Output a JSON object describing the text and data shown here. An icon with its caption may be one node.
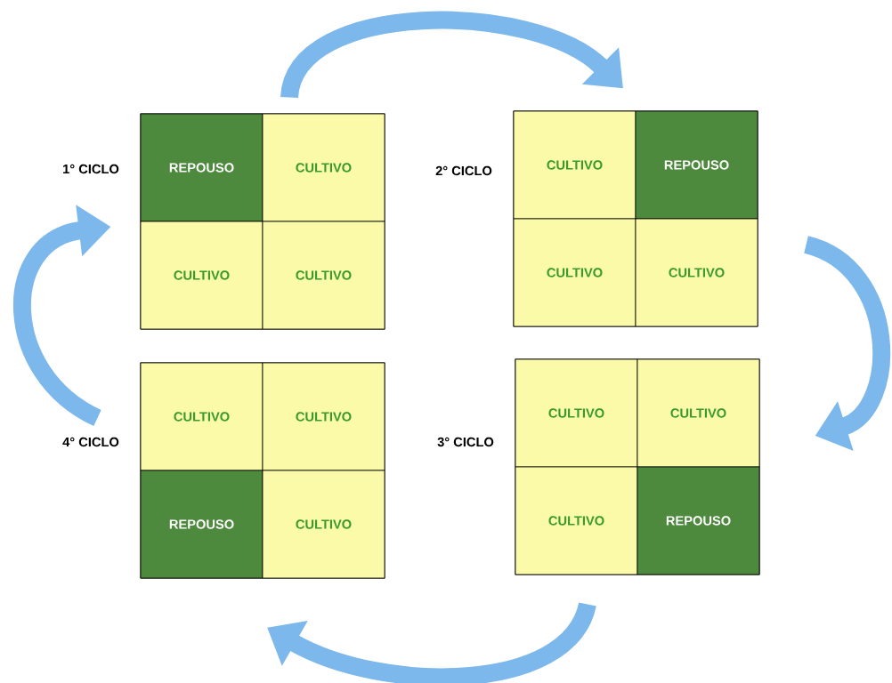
{
  "diagram": {
    "nodes": [
      {
        "text": [],
        "shape": "box",
        "beside": [
          "1° CICLO"
        ]
      },
      {
        "text": [
          "REPOUSO"
        ],
        "in": 0
      },
      {
        "text": [
          "CULTIVO"
        ],
        "in": 0
      },
      {
        "text": [
          "CULTIVO"
        ],
        "in": 0
      },
      {
        "text": [
          "CULTIVO"
        ],
        "in": 0
      },
      {
        "text": [],
        "shape": "box",
        "beside": [
          "2° CICLO"
        ]
      },
      {
        "text": [
          "CULTIVO"
        ],
        "in": 5
      },
      {
        "text": [
          "REPOUSO"
        ],
        "in": 5
      },
      {
        "text": [
          "CULTIVO"
        ],
        "in": 5
      },
      {
        "text": [
          "CULTIVO"
        ],
        "in": 5
      },
      {
        "text": [],
        "shape": "box",
        "beside": [
          "4° CICLO"
        ]
      },
      {
        "text": [
          "CULTIVO"
        ],
        "in": 10
      },
      {
        "text": [
          "CULTIVO"
        ],
        "in": 10
      },
      {
        "text": [
          "REPOUSO"
        ],
        "in": 10
      },
      {
        "text": [
          "CULTIVO"
        ],
        "in": 10
      },
      {
        "text": [],
        "shape": "box",
        "beside": [
          "3° CICLO"
        ]
      },
      {
        "text": [
          "CULTIVO"
        ],
        "in": 15
      },
      {
        "text": [
          "CULTIVO"
        ],
        "in": 15
      },
      {
        "text": [
          "CULTIVO"
        ],
        "in": 15
      },
      {
        "text": [
          "REPOUSO"
        ],
        "in": 15
      }
    ],
    "edges": [
      {
        "from": 0,
        "to": 5,
        "arrow": "to"
      },
      {
        "from": 5,
        "to": 15,
        "arrow": "to"
      },
      {
        "from": 15,
        "to": 10,
        "arrow": "to"
      },
      {
        "from": 10,
        "to": 0,
        "arrow": "to"
      }
    ]
  }
}
